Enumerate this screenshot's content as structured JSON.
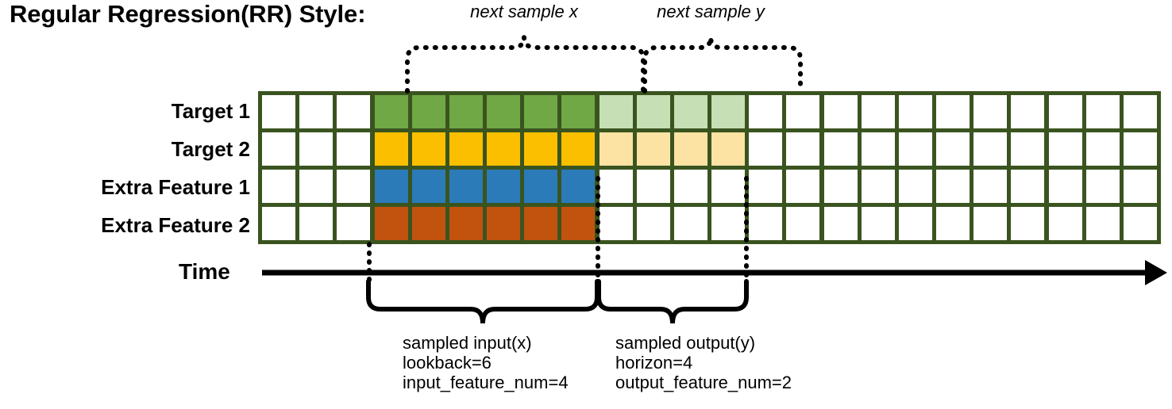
{
  "title": "Regular Regression(RR) Style:",
  "rows": [
    {
      "label": "Target 1",
      "color": "#6FA845",
      "faded_color": "#C6DFB4"
    },
    {
      "label": "Target 2",
      "color": "#FBBF00",
      "faded_color": "#FCE3A4"
    },
    {
      "label": "Extra Feature 1",
      "color": "#2B7BB9",
      "faded_color": null
    },
    {
      "label": "Extra Feature 2",
      "color": "#C1530F",
      "faded_color": null
    }
  ],
  "grid": {
    "total_columns": 24,
    "leading_blank_columns": 3,
    "input_columns": 6,
    "output_columns": 4,
    "border_color": "#3A541F",
    "cell_blank_color": "#FFFFFF"
  },
  "time_axis": {
    "label": "Time"
  },
  "top_braces": [
    {
      "label": "next sample x"
    },
    {
      "label": "next sample y"
    }
  ],
  "bottom_annotations": [
    {
      "title": "sampled input(x)",
      "line2": "lookback=6",
      "line3": "input_feature_num=4"
    },
    {
      "title": "sampled output(y)",
      "line2": "horizon=4",
      "line3": "output_feature_num=2"
    }
  ],
  "chart_data": {
    "type": "heatmap",
    "title": "Regular Regression(RR) Style:",
    "categories": [
      "Target 1",
      "Target 2",
      "Extra Feature 1",
      "Extra Feature 2"
    ],
    "x": "time steps (24 columns)",
    "xlabel": "Time",
    "ylabel": "",
    "grid": true,
    "legend": "none",
    "series": [
      {
        "name": "Target 1",
        "input_cells": 6,
        "output_cells": 4
      },
      {
        "name": "Target 2",
        "input_cells": 6,
        "output_cells": 4
      },
      {
        "name": "Extra Feature 1",
        "input_cells": 6,
        "output_cells": 0
      },
      {
        "name": "Extra Feature 2",
        "input_cells": 6,
        "output_cells": 0
      }
    ],
    "annotations": [
      "next sample x",
      "next sample y",
      "sampled input(x)",
      "lookback=6",
      "input_feature_num=4",
      "sampled output(y)",
      "horizon=4",
      "output_feature_num=2"
    ]
  }
}
